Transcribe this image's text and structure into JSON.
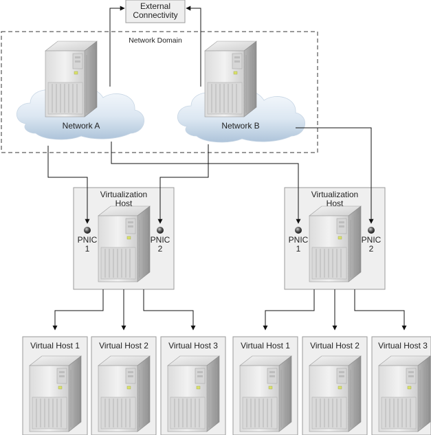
{
  "external": {
    "line1": "External",
    "line2": "Connectivity"
  },
  "domain_label": "Network Domain",
  "networks": [
    {
      "label": "Network A"
    },
    {
      "label": "Network B"
    }
  ],
  "virtualization_hosts": [
    {
      "line1": "Virtualization",
      "line2": "Host",
      "pnics": [
        {
          "name": "PNIC",
          "num": "1"
        },
        {
          "name": "PNIC",
          "num": "2"
        }
      ]
    },
    {
      "line1": "Virtualization",
      "line2": "Host",
      "pnics": [
        {
          "name": "PNIC",
          "num": "1"
        },
        {
          "name": "PNIC",
          "num": "2"
        }
      ]
    }
  ],
  "virtual_hosts": [
    {
      "label": "Virtual Host 1"
    },
    {
      "label": "Virtual Host 2"
    },
    {
      "label": "Virtual Host 3"
    },
    {
      "label": "Virtual Host 1"
    },
    {
      "label": "Virtual Host 2"
    },
    {
      "label": "Virtual Host 3"
    }
  ],
  "icons": {
    "server": "server-icon",
    "cloud": "cloud-icon",
    "port": "network-port-icon"
  },
  "colors": {
    "box_fill": "#efefef",
    "box_stroke": "#9a9a9a",
    "cloud_light": "#f4f8fc",
    "cloud_dark": "#b5cadf",
    "server_light": "#e9e9e9",
    "server_dark": "#a9a9a9",
    "wire": "#111111"
  }
}
